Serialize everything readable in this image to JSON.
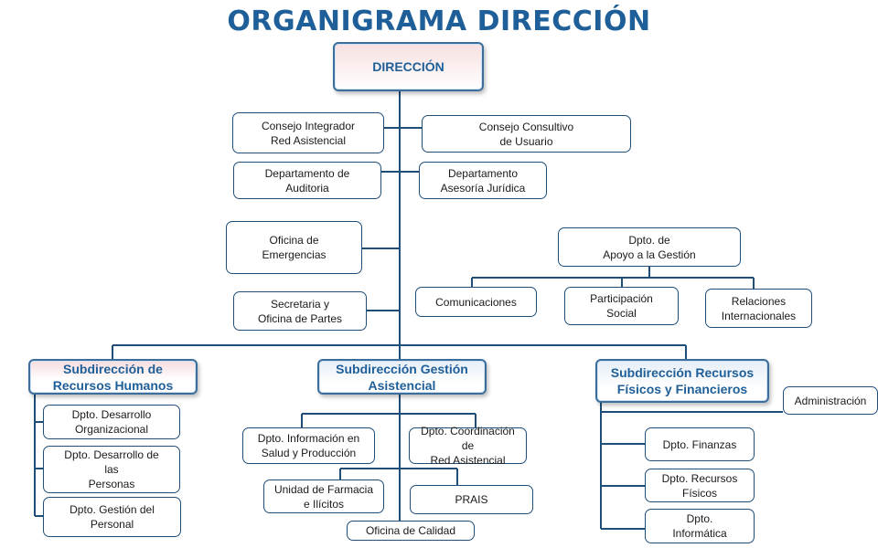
{
  "title": "ORGANIGRAMA DIRECCIÓN",
  "nodes": {
    "direccion": "DIRECCIÓN",
    "consejo_integrador": "Consejo Integrador\nRed Asistencial",
    "consejo_consultivo": "Consejo Consultivo\nde Usuario",
    "dep_auditoria": "Departamento de\nAuditoria",
    "dep_asesoria": "Departamento\nAsesoría Jurídica",
    "oficina_emergencias": "Oficina de\nEmergencias",
    "apoyo_gestion": "Dpto. de\nApoyo a la Gestión",
    "comunicaciones": "Comunicaciones",
    "participacion": "Participación\nSocial",
    "relaciones": "Relaciones\nInternacionales",
    "secretaria": "Secretaria y\nOficina de Partes",
    "sub_rrhh": "Subdirección de\nRecursos Humanos",
    "sub_gestion": "Subdirección Gestión\nAsistencial",
    "sub_recursos": "Subdirección Recursos\nFísicos y Financieros",
    "dpto_des_org": "Dpto. Desarrollo\nOrganizacional",
    "dpto_des_personas": "Dpto. Desarrollo de\nlas\nPersonas",
    "dpto_gestion_personal": "Dpto. Gestión del\nPersonal",
    "dpto_info_salud": "Dpto. Información en\nSalud y Producción",
    "dpto_coord_red": "Dpto. Coordinación de\nRed Asistencial",
    "unidad_farmacia": "Unidad de Farmacia\ne Ilícitos",
    "prais": "PRAIS",
    "oficina_calidad": "Oficina de Calidad",
    "administracion": "Administración",
    "dpto_finanzas": "Dpto. Finanzas",
    "dpto_rec_fisicos": "Dpto. Recursos\nFísicos",
    "dpto_informatica": "Dpto.\nInformática"
  },
  "colors": {
    "title": "#1f5f99",
    "connector": "#1f4e79",
    "box_border": "#1f4e79"
  }
}
